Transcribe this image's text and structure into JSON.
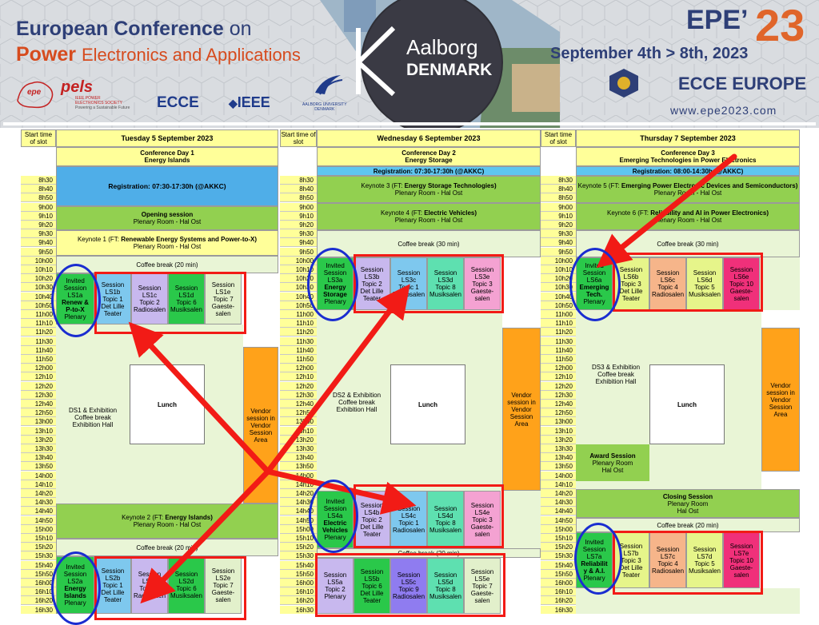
{
  "banner": {
    "title_line1_a": "European Conference",
    "title_line1_b": "on",
    "title_line2_a": "Power",
    "title_line2_b": "Electronics and Applications",
    "city": "Aalborg",
    "country": "DENMARK",
    "epe": "EPE’",
    "year": "23",
    "dates": "September 4th > 8th, 2023",
    "ecce_europe": "ECCE EUROPE",
    "website": "www.epe2023.com",
    "logos": {
      "epe": "epe",
      "pels": "pels",
      "pels_sub1": "IEEE POWER",
      "pels_sub2": "ELECTRONICS SOCIETY",
      "pels_sub3": "Powering a Sustainable Future",
      "ecce": "ECCE",
      "ieee": "IEEE",
      "aau1": "AALBORG UNIVERSITY",
      "aau2": "DENMARK"
    }
  },
  "header": {
    "start_time": "Start time of slot",
    "day1": "Tuesday 5 September 2023",
    "day2": "Wednesday 6 September 2023",
    "day3": "Thursday 7 September 2023"
  },
  "times": [
    "8h30",
    "8h40",
    "8h50",
    "9h00",
    "9h10",
    "9h20",
    "9h30",
    "9h40",
    "9h50",
    "10h00",
    "10h10",
    "10h20",
    "10h30",
    "10h40",
    "10h50",
    "11h00",
    "11h10",
    "11h20",
    "11h30",
    "11h40",
    "11h50",
    "12h00",
    "12h10",
    "12h20",
    "12h30",
    "12h40",
    "12h50",
    "13h00",
    "13h10",
    "13h20",
    "13h30",
    "13h40",
    "13h50",
    "14h00",
    "14h10",
    "14h20",
    "14h30",
    "14h40",
    "14h50",
    "15h00",
    "15h10",
    "15h20",
    "15h30",
    "15h40",
    "15h50",
    "16h00",
    "16h10",
    "16h20",
    "16h30"
  ],
  "day1": {
    "conf_day": "Conference Day 1",
    "theme": "Energy Islands",
    "registration": "Registration: 07:30-17:30h (@AKKC)",
    "opening": "Opening session",
    "opening_room": "Plenary Room - Hal Ost",
    "keynote1_a": "Keynote 1 (FT: ",
    "keynote1_b": "Renewable Energy Systems and Power-to-X)",
    "keynote1_room": "Plenary Room - Hal Ost",
    "coffee1": "Coffee break (20 min)",
    "ls1a": [
      "Invited",
      "Session",
      "LS1a",
      "Renew &",
      "P-to-X",
      "Plenary"
    ],
    "ls1b": [
      "Session",
      "LS1b",
      "Topic 1",
      "Det Lille",
      "Teater"
    ],
    "ls1c": [
      "Session",
      "LS1c",
      "Topic 2",
      "Radiosalen"
    ],
    "ls1d": [
      "Session",
      "LS1d",
      "Topic 6",
      "Musiksalen"
    ],
    "ls1e": [
      "Session",
      "LS1e",
      "Topic 7",
      "Gaeste-",
      "salen"
    ],
    "lunch": "Lunch",
    "ds1": [
      "DS1 & Exhibition",
      "Coffee break",
      "Exhibition Hall"
    ],
    "vendor": [
      "Vendor",
      "session in",
      "Vendor",
      "Session",
      "Area"
    ],
    "keynote2_a": "Keynote 2 (FT: ",
    "keynote2_b": "Energy Islands)",
    "keynote2_room": "Plenary Room - Hal Ost",
    "coffee2": "Coffee break (20 min)",
    "ls2a": [
      "Invited",
      "Session",
      "LS2a",
      "Energy",
      "Islands",
      "Plenary"
    ],
    "ls2b": [
      "Session",
      "LS2b",
      "Topic 1",
      "Det Lille",
      "Teater"
    ],
    "ls2c": [
      "Session",
      "LS2c",
      "Topic 2",
      "Radiosalen"
    ],
    "ls2d": [
      "Session",
      "LS2d",
      "Topic 6",
      "Musiksalen"
    ],
    "ls2e": [
      "Session",
      "LS2e",
      "Topic 7",
      "Gaeste-",
      "salen"
    ]
  },
  "day2": {
    "conf_day": "Conference Day 2",
    "theme": "Energy Storage",
    "registration": "Registration: 07:30-17:30h (@AKKC)",
    "keynote3_a": "Keynote 3 (FT: ",
    "keynote3_b": "Energy Storage Technologies)",
    "keynote3_room": "Plenary Room - Hal Ost",
    "keynote4_a": "Keynote 4 (FT: ",
    "keynote4_b": "Electric Vehicles)",
    "keynote4_room": "Plenary Room - Hal Ost",
    "coffee1": "Coffee break (30 min)",
    "ls3a": [
      "Invited",
      "Session",
      "LS3a",
      "Energy",
      "Storage",
      "Plenary"
    ],
    "ls3b": [
      "Session",
      "LS3b",
      "Topic 2",
      "Det Lille",
      "Teater"
    ],
    "ls3c": [
      "Session",
      "LS3c",
      "Topic 1",
      "Radiosalen"
    ],
    "ls3d": [
      "Session",
      "LS3d",
      "Topic 8",
      "Musiksalen"
    ],
    "ls3e": [
      "Session",
      "LS3e",
      "Topic 3",
      "Gaeste-",
      "salen"
    ],
    "lunch": "Lunch",
    "ds2": [
      "DS2 & Exhibition",
      "Coffee break",
      "Exhibition Hall"
    ],
    "vendor": [
      "Vendor",
      "session in",
      "Vendor",
      "Session",
      "Area"
    ],
    "ls4a": [
      "Invited",
      "Session",
      "LS4a",
      "Electric",
      "Vehicles",
      "Plenary"
    ],
    "ls4b": [
      "Session",
      "LS4b",
      "Topic 2",
      "Det Lille",
      "Teater"
    ],
    "ls4c": [
      "Session",
      "LS4c",
      "Topic 1",
      "Radiosalen"
    ],
    "ls4d": [
      "Session",
      "LS4d",
      "Topic 8",
      "Musiksalen"
    ],
    "ls4e": [
      "Session",
      "LS4e",
      "Topic 3",
      "Gaeste-",
      "salen"
    ],
    "coffee2": "Coffee break (20 min)",
    "ls5a": [
      "Session",
      "LS5a",
      "Topic 2",
      "Plenary"
    ],
    "ls5b": [
      "Session",
      "LS5b",
      "Topic 6",
      "Det Lille",
      "Teater"
    ],
    "ls5c": [
      "Session",
      "LS5c",
      "Topic 9",
      "Radiosalen"
    ],
    "ls5d": [
      "Session",
      "LS5d",
      "Topic 8",
      "Musiksalen"
    ],
    "ls5e": [
      "Session",
      "LS5e",
      "Topic 7",
      "Gaeste-",
      "salen"
    ]
  },
  "day3": {
    "conf_day": "Conference Day 3",
    "theme": "Emerging Technologies in Power Electronics",
    "registration": "Registration: 08:00-14:30h (@AKKC)",
    "keynote5_a": "Keynote 5 (FT: ",
    "keynote5_b": "Emerging Power Electronic Devices and Semiconductors)",
    "keynote5_room": "Plenary Room - Hal Ost",
    "keynote6_a": "Keynote 6 (FT: ",
    "keynote6_b": "Reliability and AI in Power Electronics)",
    "keynote6_room": "Plenary Room - Hal Ost",
    "coffee1": "Coffee break (30 min)",
    "ls6a": [
      "Invited",
      "Session",
      "LS6a",
      "Emerging",
      "Tech.",
      "Plenary"
    ],
    "ls6b": [
      "Session",
      "LS6b",
      "Topic 3",
      "Det Lille",
      "Teater"
    ],
    "ls6c": [
      "Session",
      "LS6c",
      "Topic 4",
      "Radiosalen"
    ],
    "ls6d": [
      "Session",
      "LS6d",
      "Topic 5",
      "Musiksalen"
    ],
    "ls6e": [
      "Session",
      "LS6e",
      "Topic 10",
      "Gaeste-",
      "salen"
    ],
    "ds3": [
      "DS3 & Exhibition",
      "Coffee break",
      "Exhibition Hall"
    ],
    "lunch": "Lunch",
    "vendor": [
      "Vendor",
      "session in",
      "Vendor",
      "Session",
      "Area"
    ],
    "award": "Award Session",
    "award_room1": "Plenary Room",
    "award_room2": "Hal Ost",
    "closing": "Closing Session",
    "closing_room1": "Plenary Room",
    "closing_room2": "Hal Ost",
    "coffee2": "Coffee break (20 min)",
    "ls7a": [
      "Invited",
      "Session",
      "LS7a",
      "Reliabilit",
      "y & A.I.",
      "Plenary"
    ],
    "ls7b": [
      "Session",
      "LS7b",
      "Topic 3",
      "Det Lille",
      "Teater"
    ],
    "ls7c": [
      "Session",
      "LS7c",
      "Topic 4",
      "Radiosalen"
    ],
    "ls7d": [
      "Session",
      "LS7d",
      "Topic 5",
      "Musiksalen"
    ],
    "ls7e": [
      "Session",
      "LS7e",
      "Topic 10",
      "Gaeste-",
      "salen"
    ]
  },
  "colors": {
    "arrow": "#f21b16",
    "oval": "#1a2dd0",
    "time_col": "#ffff99",
    "green_header": "#92d050",
    "invited": "#2ac84a"
  }
}
